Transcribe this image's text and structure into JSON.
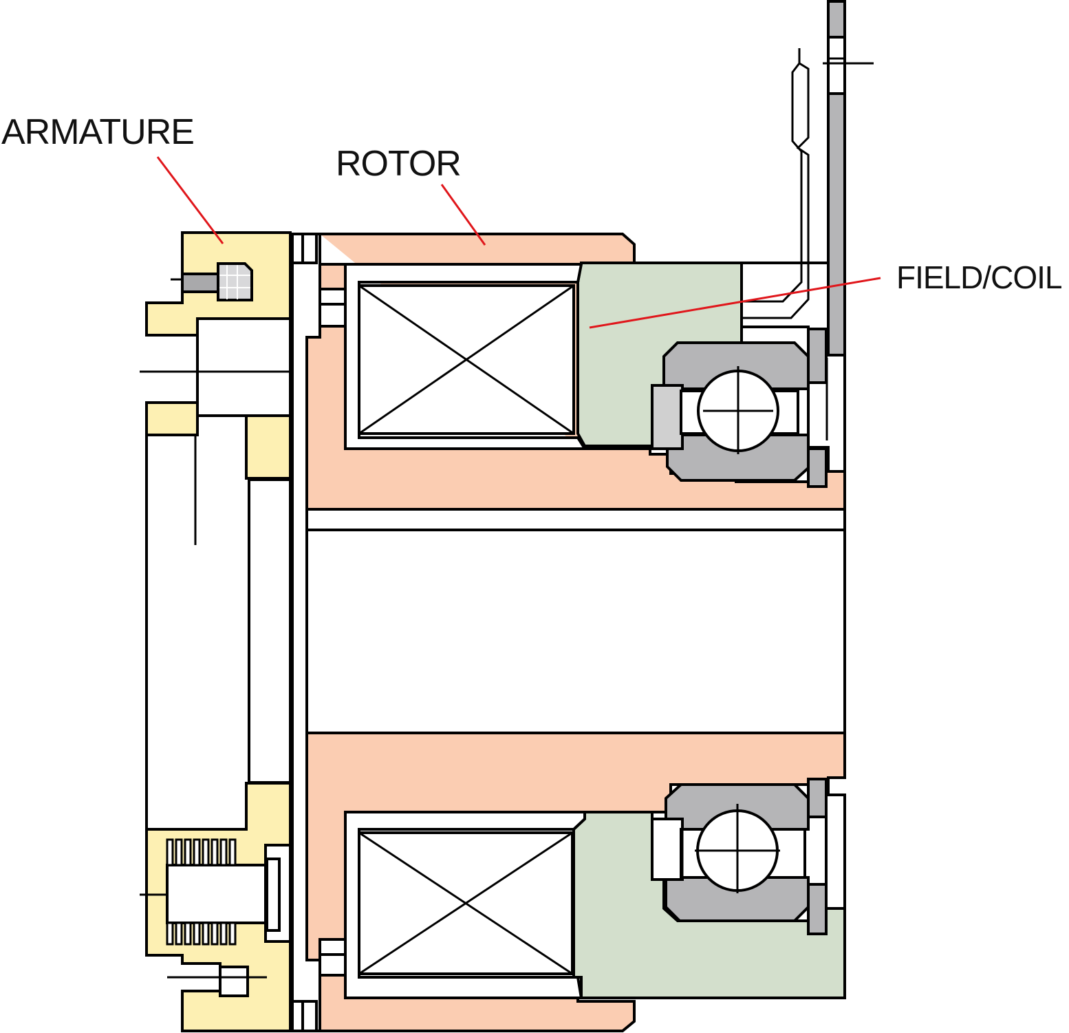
{
  "labels": {
    "armature": "ARMATURE",
    "rotor": "ROTOR",
    "field_coil": "FIELD/COIL"
  },
  "colors": {
    "armature": "#fdf0b3",
    "rotor": "#fbcdb2",
    "field_coil": "#d3dfcc",
    "bearing": "#b5b5b7",
    "leader_line": "#e0161b",
    "outline": "#000000"
  }
}
